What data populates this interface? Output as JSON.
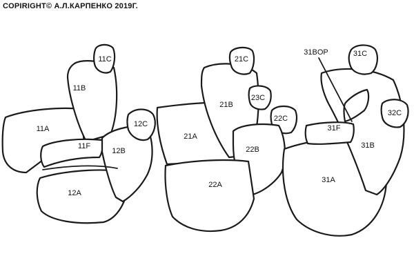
{
  "copyright": "COPIRIGHT© А.Л.КАРПЕНКО 2019Г.",
  "labels": {
    "p11C": "11C",
    "p11B": "11B",
    "p11A": "11A",
    "p11F": "11F",
    "p12C": "12C",
    "p12B": "12B",
    "p12A": "12A",
    "p21C": "21C",
    "p23C": "23C",
    "p21B": "21B",
    "p22C": "22C",
    "p21A": "21A",
    "p22B": "22B",
    "p22A": "22A",
    "p31BOP": "31BOP",
    "p31C": "31C",
    "p32C": "32C",
    "p31F": "31F",
    "p31B": "31B",
    "p31A": "31A"
  }
}
